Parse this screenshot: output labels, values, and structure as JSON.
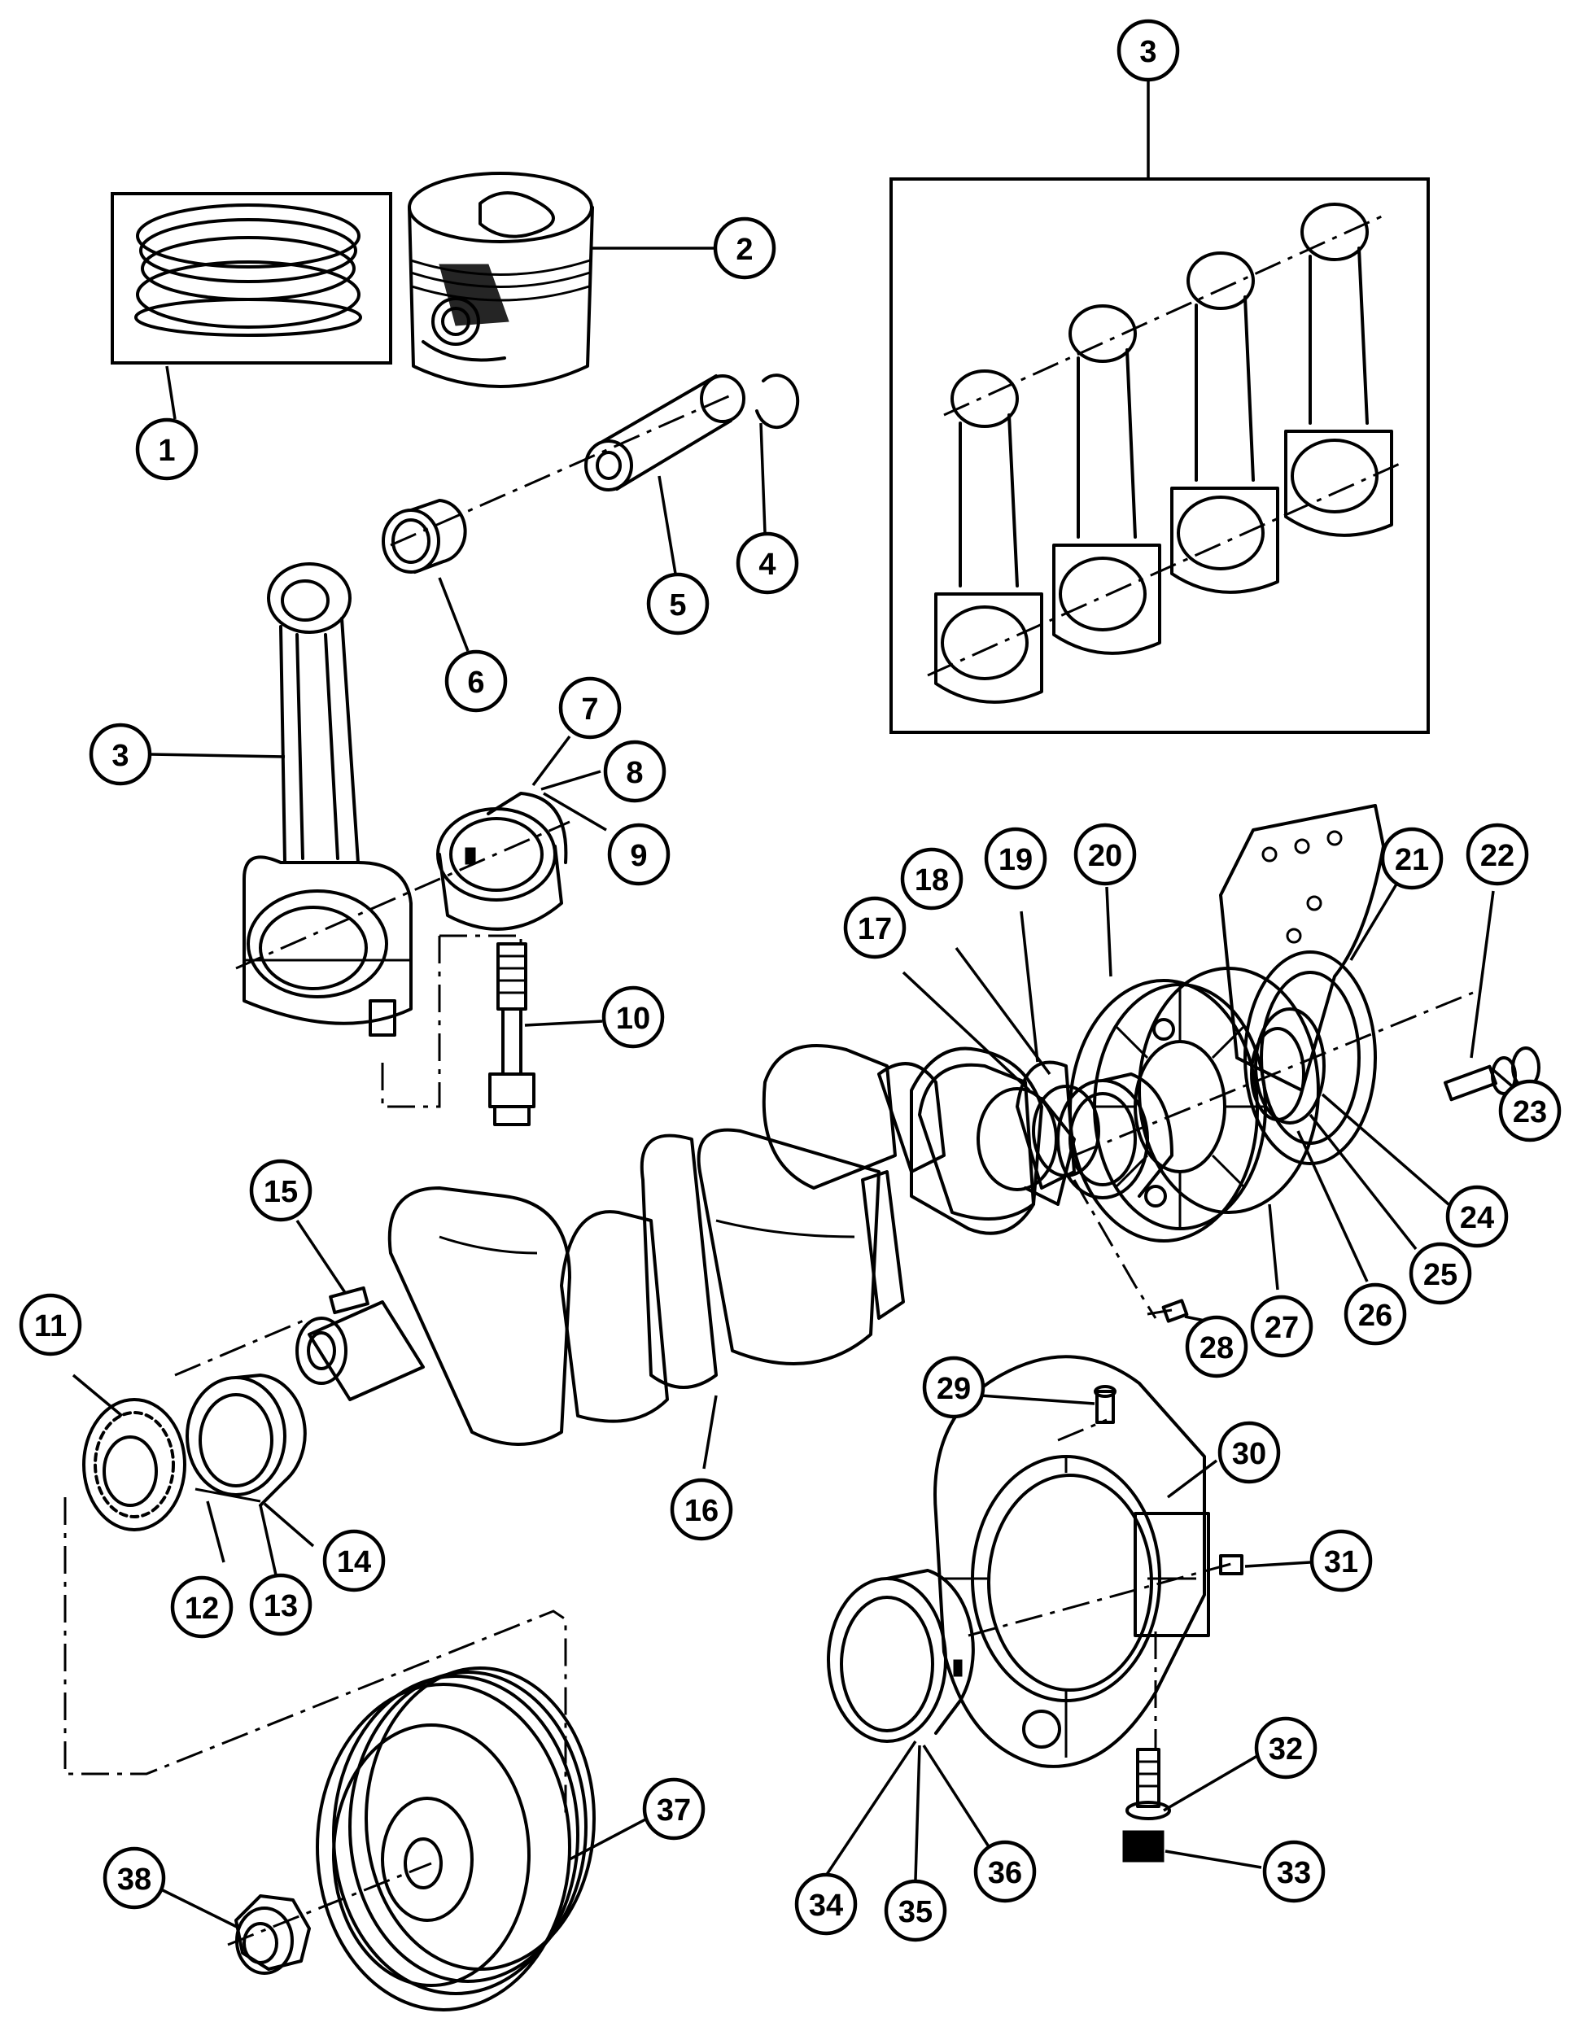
{
  "callouts": [
    {
      "id": "c1",
      "label": "1"
    },
    {
      "id": "c2",
      "label": "2"
    },
    {
      "id": "c3a",
      "label": "3"
    },
    {
      "id": "c3b",
      "label": "3"
    },
    {
      "id": "c4",
      "label": "4"
    },
    {
      "id": "c5",
      "label": "5"
    },
    {
      "id": "c6",
      "label": "6"
    },
    {
      "id": "c7",
      "label": "7"
    },
    {
      "id": "c8",
      "label": "8"
    },
    {
      "id": "c9",
      "label": "9"
    },
    {
      "id": "c10",
      "label": "10"
    },
    {
      "id": "c11",
      "label": "11"
    },
    {
      "id": "c12",
      "label": "12"
    },
    {
      "id": "c13",
      "label": "13"
    },
    {
      "id": "c14",
      "label": "14"
    },
    {
      "id": "c15",
      "label": "15"
    },
    {
      "id": "c16",
      "label": "16"
    },
    {
      "id": "c17",
      "label": "17"
    },
    {
      "id": "c18",
      "label": "18"
    },
    {
      "id": "c19",
      "label": "19"
    },
    {
      "id": "c20",
      "label": "20"
    },
    {
      "id": "c21",
      "label": "21"
    },
    {
      "id": "c22",
      "label": "22"
    },
    {
      "id": "c23",
      "label": "23"
    },
    {
      "id": "c24",
      "label": "24"
    },
    {
      "id": "c25",
      "label": "25"
    },
    {
      "id": "c26",
      "label": "26"
    },
    {
      "id": "c27",
      "label": "27"
    },
    {
      "id": "c28",
      "label": "28"
    },
    {
      "id": "c29",
      "label": "29"
    },
    {
      "id": "c30",
      "label": "30"
    },
    {
      "id": "c31",
      "label": "31"
    },
    {
      "id": "c32",
      "label": "32"
    },
    {
      "id": "c33",
      "label": "33"
    },
    {
      "id": "c34",
      "label": "34"
    },
    {
      "id": "c35",
      "label": "35"
    },
    {
      "id": "c36",
      "label": "36"
    },
    {
      "id": "c37",
      "label": "37"
    },
    {
      "id": "c38",
      "label": "38"
    }
  ]
}
